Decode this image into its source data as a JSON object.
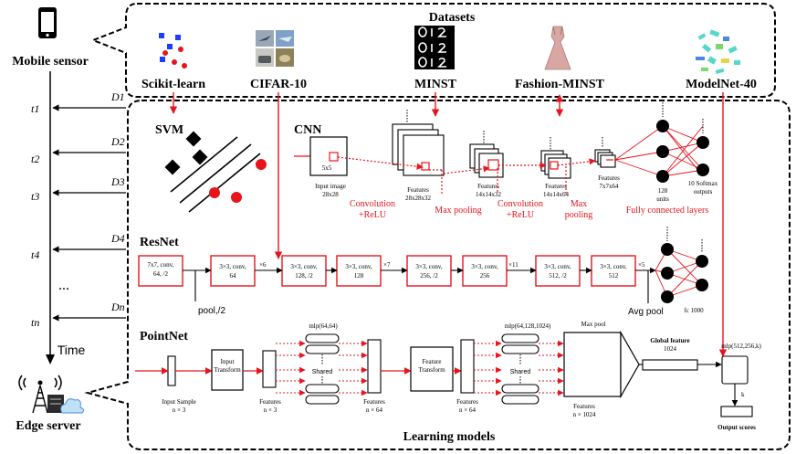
{
  "left_panel": {
    "mobile_sensor": "Mobile sensor",
    "edge_server": "Edge server",
    "time_label": "Time",
    "ellipsis": "...",
    "rows": [
      {
        "t": "t1",
        "d": "D1"
      },
      {
        "t": "t2",
        "d": "D2"
      },
      {
        "t": "t3",
        "d": "D3"
      },
      {
        "t": "t4",
        "d": "D4"
      },
      {
        "t": "tn",
        "d": "Dn"
      }
    ]
  },
  "datasets": {
    "title": "Datasets",
    "items": [
      "Scikit-learn",
      "CIFAR-10",
      "MINST",
      "Fashion-MINST",
      "ModelNet-40"
    ]
  },
  "models": {
    "title": "Learning models",
    "svm": {
      "label": "SVM"
    },
    "cnn": {
      "label": "CNN",
      "input_inner": "5x5",
      "input": [
        "Input image",
        "28x28"
      ],
      "f1": [
        "Features",
        "28x28x32"
      ],
      "f2": [
        "Features",
        "14x14x32"
      ],
      "f3": [
        "Features",
        "14x14x64"
      ],
      "f4": [
        "Features",
        "7x7x64"
      ],
      "units": [
        "128",
        "units"
      ],
      "softmax": [
        "10 Softmax",
        "outputs"
      ],
      "conv1": [
        "Convolution",
        "+ReLU"
      ],
      "pool1": "Max pooling",
      "conv2": [
        "Convolution",
        "+ReLU"
      ],
      "pool2": [
        "Max",
        "pooling"
      ],
      "fc": "Fully connected layers"
    },
    "resnet": {
      "label": "ResNet",
      "blocks": [
        [
          "7x7, conv,",
          "64, /2"
        ],
        [
          "3×3, conv,",
          "64"
        ],
        [
          "3×3, conv,",
          "128, /2"
        ],
        [
          "3×3, conv,",
          "128"
        ],
        [
          "3×3, conv,",
          "256, /2"
        ],
        [
          "3×3, conv,",
          "256"
        ],
        [
          "3×3, conv,",
          "512, /2"
        ],
        [
          "3×3, conv,",
          "512"
        ]
      ],
      "mult": [
        "×6",
        "×7",
        "×11",
        "×5"
      ],
      "pool": "pool,/2",
      "avg": "Avg pool",
      "fc": "fc 1000"
    },
    "pointnet": {
      "label": "PointNet",
      "input_transform": [
        "Input",
        "Transform"
      ],
      "feature_transform": [
        "Feature",
        "Transform"
      ],
      "mlp1": "mlp(64,64)",
      "mlp2": "mlp(64,128,1024)",
      "mlp3": "mlp(512,256,k)",
      "shared": "Shared",
      "maxpool": "Max pool",
      "global": [
        "Global feature",
        "1024"
      ],
      "k": "k",
      "input_sample": [
        "Input Sample",
        "n × 3"
      ],
      "f1": [
        "Features",
        "n × 3"
      ],
      "f2": [
        "Features",
        "n × 64"
      ],
      "f3": [
        "Features",
        "n × 64"
      ],
      "f4": [
        "Features",
        "n × 1024"
      ],
      "output": "Output scores"
    }
  },
  "colors": {
    "red": "#e8141c",
    "black": "#000000",
    "accent_blue": "#1f3cff"
  }
}
